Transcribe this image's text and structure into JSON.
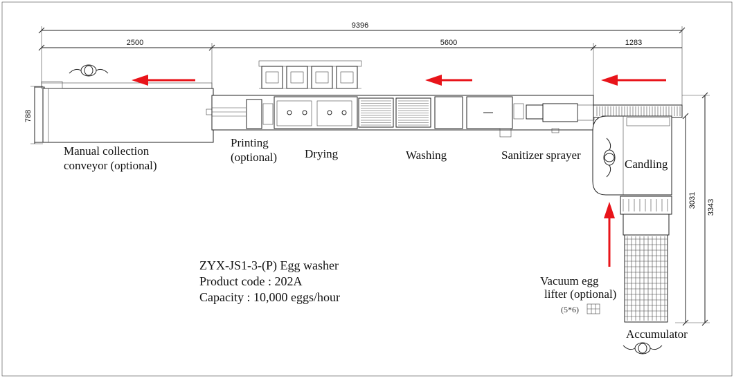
{
  "dimensions": {
    "total_length": "9396",
    "collection_length": "2500",
    "main_length": "5600",
    "end_length": "1283",
    "conveyor_width": "788",
    "vertical_inner": "3031",
    "vertical_outer": "3343"
  },
  "sections": {
    "manual_collection_line1": "Manual collection",
    "manual_collection_line2": "conveyor (optional)",
    "printing_line1": "Printing",
    "printing_line2": "(optional)",
    "drying": "Drying",
    "washing": "Washing",
    "sanitizer": "Sanitizer sprayer",
    "candling": "Candling",
    "vacuum_line1": "Vacuum egg",
    "vacuum_line2": "lifter (optional)",
    "vacuum_size": "(5*6)",
    "accumulator": "Accumulator"
  },
  "spec": {
    "model": "ZYX-JS1-3-(P) Egg washer",
    "product_code": "Product code : 202A",
    "capacity": "Capacity : 10,000 eggs/hour"
  },
  "colors": {
    "arrow": "#e8141a",
    "line": "#222222"
  },
  "icons": {
    "flow_arrows": "red-arrow-icon",
    "operator": "operator-icon"
  }
}
